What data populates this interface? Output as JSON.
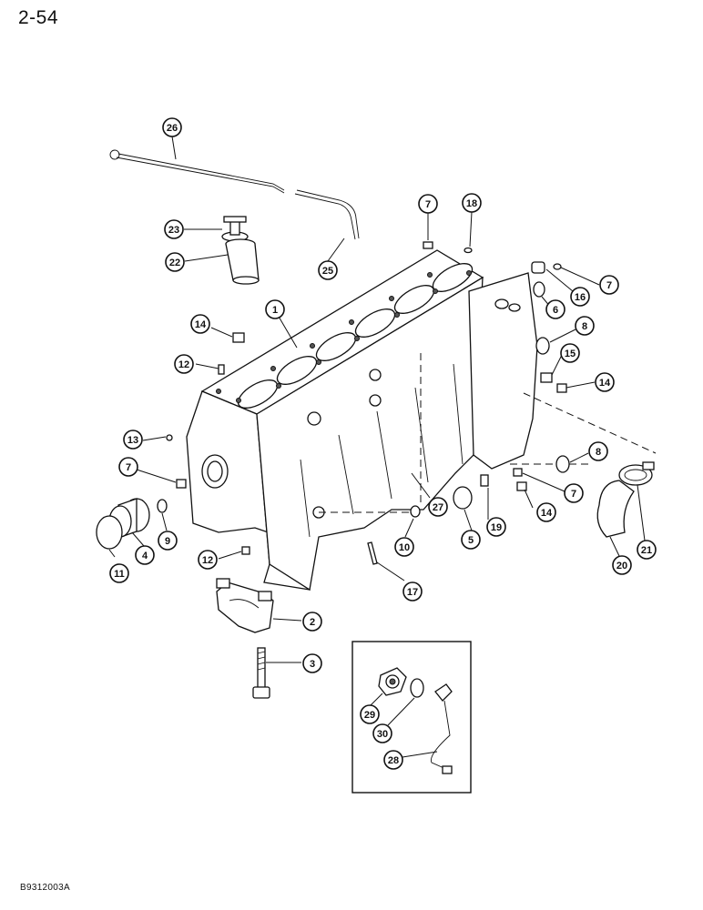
{
  "page": {
    "number": "2-54",
    "figure_code": "B9312003A"
  },
  "callouts": [
    {
      "id": "c26",
      "label": "26"
    },
    {
      "id": "c23",
      "label": "23"
    },
    {
      "id": "c22",
      "label": "22"
    },
    {
      "id": "c25",
      "label": "25"
    },
    {
      "id": "c7a",
      "label": "7"
    },
    {
      "id": "c18",
      "label": "18"
    },
    {
      "id": "c7b",
      "label": "7"
    },
    {
      "id": "c16",
      "label": "16"
    },
    {
      "id": "c6",
      "label": "6"
    },
    {
      "id": "c1",
      "label": "1"
    },
    {
      "id": "c14a",
      "label": "14"
    },
    {
      "id": "c12a",
      "label": "12"
    },
    {
      "id": "c8a",
      "label": "8"
    },
    {
      "id": "c15",
      "label": "15"
    },
    {
      "id": "c14b",
      "label": "14"
    },
    {
      "id": "c13",
      "label": "13"
    },
    {
      "id": "c7c",
      "label": "7"
    },
    {
      "id": "c8b",
      "label": "8"
    },
    {
      "id": "c7d",
      "label": "7"
    },
    {
      "id": "c27",
      "label": "27"
    },
    {
      "id": "c14c",
      "label": "14"
    },
    {
      "id": "c19",
      "label": "19"
    },
    {
      "id": "c5",
      "label": "5"
    },
    {
      "id": "c11",
      "label": "11"
    },
    {
      "id": "c4",
      "label": "4"
    },
    {
      "id": "c9",
      "label": "9"
    },
    {
      "id": "c10",
      "label": "10"
    },
    {
      "id": "c20",
      "label": "20"
    },
    {
      "id": "c21",
      "label": "21"
    },
    {
      "id": "c12b",
      "label": "12"
    },
    {
      "id": "c17",
      "label": "17"
    },
    {
      "id": "c2",
      "label": "2"
    },
    {
      "id": "c3",
      "label": "3"
    },
    {
      "id": "c29",
      "label": "29"
    },
    {
      "id": "c30",
      "label": "30"
    },
    {
      "id": "c28",
      "label": "28"
    }
  ]
}
